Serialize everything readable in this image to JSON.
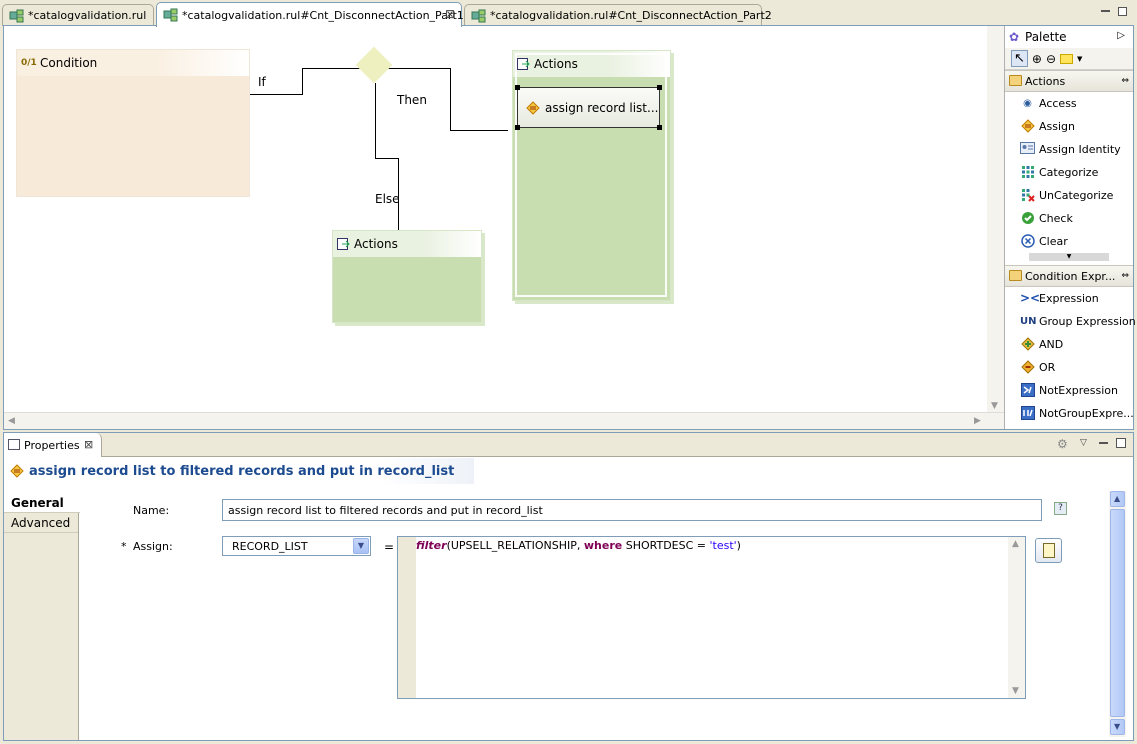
{
  "editor_tabs": [
    {
      "label": "*catalogvalidation.rul"
    },
    {
      "label": "*catalogvalidation.rul#Cnt_DisconnectAction_Part1"
    },
    {
      "label": "*catalogvalidation.rul#Cnt_DisconnectAction_Part2"
    }
  ],
  "canvas": {
    "condition_title": "Condition",
    "if_label": "If",
    "then_label": "Then",
    "else_label": "Else",
    "actions_then_title": "Actions",
    "actions_else_title": "Actions",
    "assign_node_label": "assign record list..."
  },
  "palette": {
    "title": "Palette",
    "drawers": [
      {
        "label": "Actions",
        "items": [
          "Access",
          "Assign",
          "Assign Identity",
          "Categorize",
          "UnCategorize",
          "Check",
          "Clear"
        ]
      },
      {
        "label": "Condition Expr...",
        "items": [
          "Expression",
          "Group Expression",
          "AND",
          "OR",
          "NotExpression",
          "NotGroupExpre..."
        ]
      }
    ]
  },
  "properties": {
    "view_title": "Properties",
    "header": "assign record list to filtered records and put in record_list",
    "side_tabs": [
      "General",
      "Advanced"
    ],
    "name_label": "Name:",
    "name_value": "assign record list to filtered records and put in record_list",
    "assign_required": "*",
    "assign_label": "Assign:",
    "assign_value": "RECORD_LIST",
    "equals": "=",
    "expression": {
      "fn": "filter",
      "open": "(UPSELL_RELATIONSHIP, ",
      "kw_where": "where",
      "cond": " SHORTDESC = ",
      "str": "'test'",
      "close": ")"
    },
    "help": "?"
  }
}
